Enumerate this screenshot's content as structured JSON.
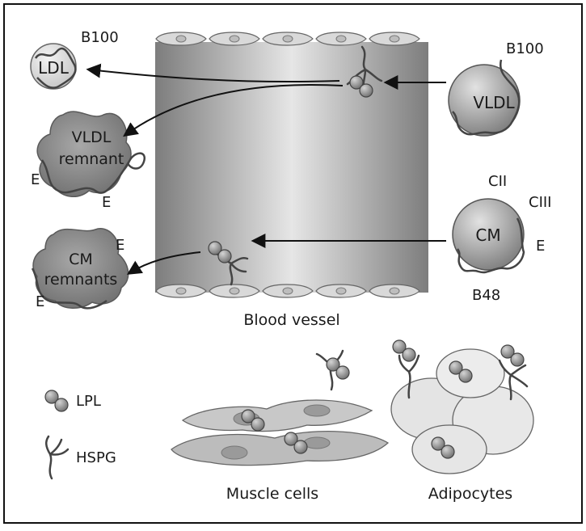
{
  "labels": {
    "ldl": "LDL",
    "ldl_apo": "B100",
    "vldl": "VLDL",
    "vldl_apo": "B100",
    "vldl_remnant_line1": "VLDL",
    "vldl_remnant_line2": "remnant",
    "vldl_remnant_e1": "E",
    "vldl_remnant_e2": "E",
    "cm": "CM",
    "cm_cii": "CII",
    "cm_ciii": "CIII",
    "cm_e": "E",
    "cm_b48": "B48",
    "cm_remnants_line1": "CM",
    "cm_remnants_line2": "remnants",
    "cm_remnants_e1": "E",
    "cm_remnants_e2": "E",
    "blood_vessel": "Blood vessel",
    "muscle_cells": "Muscle cells",
    "adipocytes": "Adipocytes"
  },
  "legend": {
    "lpl": "LPL",
    "hspg": "HSPG"
  }
}
